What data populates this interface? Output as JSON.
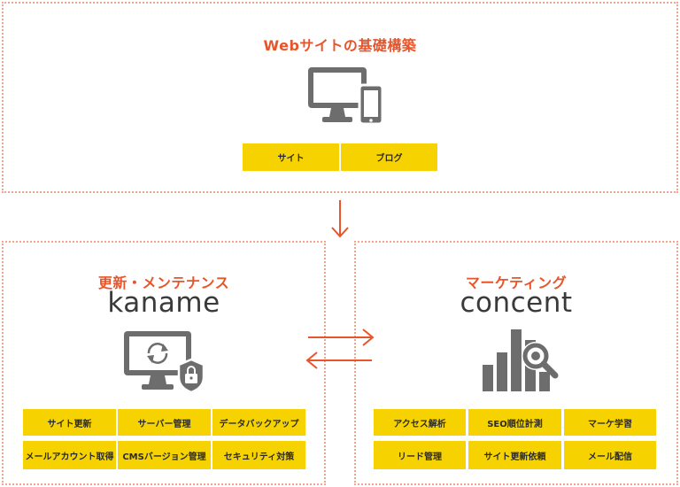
{
  "top": {
    "title": "Webサイトの基礎構築",
    "icon": "desktop-and-phone-icon",
    "chips": [
      "サイト",
      "ブログ"
    ]
  },
  "left": {
    "title": "更新・メンテナンス",
    "brand": "kaname",
    "icon": "monitor-sync-lock-icon",
    "chips": [
      "サイト更新",
      "サーバー管理",
      "データバックアップ",
      "メールアカウント取得",
      "CMSバージョン管理",
      "セキュリティ対策"
    ]
  },
  "right": {
    "title": "マーケティング",
    "brand": "concent",
    "icon": "bar-chart-search-icon",
    "chips": [
      "アクセス解析",
      "SEO順位計測",
      "マーケ学習",
      "リード管理",
      "サイト更新依頼",
      "メール配信"
    ]
  },
  "colors": {
    "accent": "#e8552a",
    "chip": "#f6d300",
    "icon": "#6d6d6d",
    "border": "#f2a48c"
  }
}
